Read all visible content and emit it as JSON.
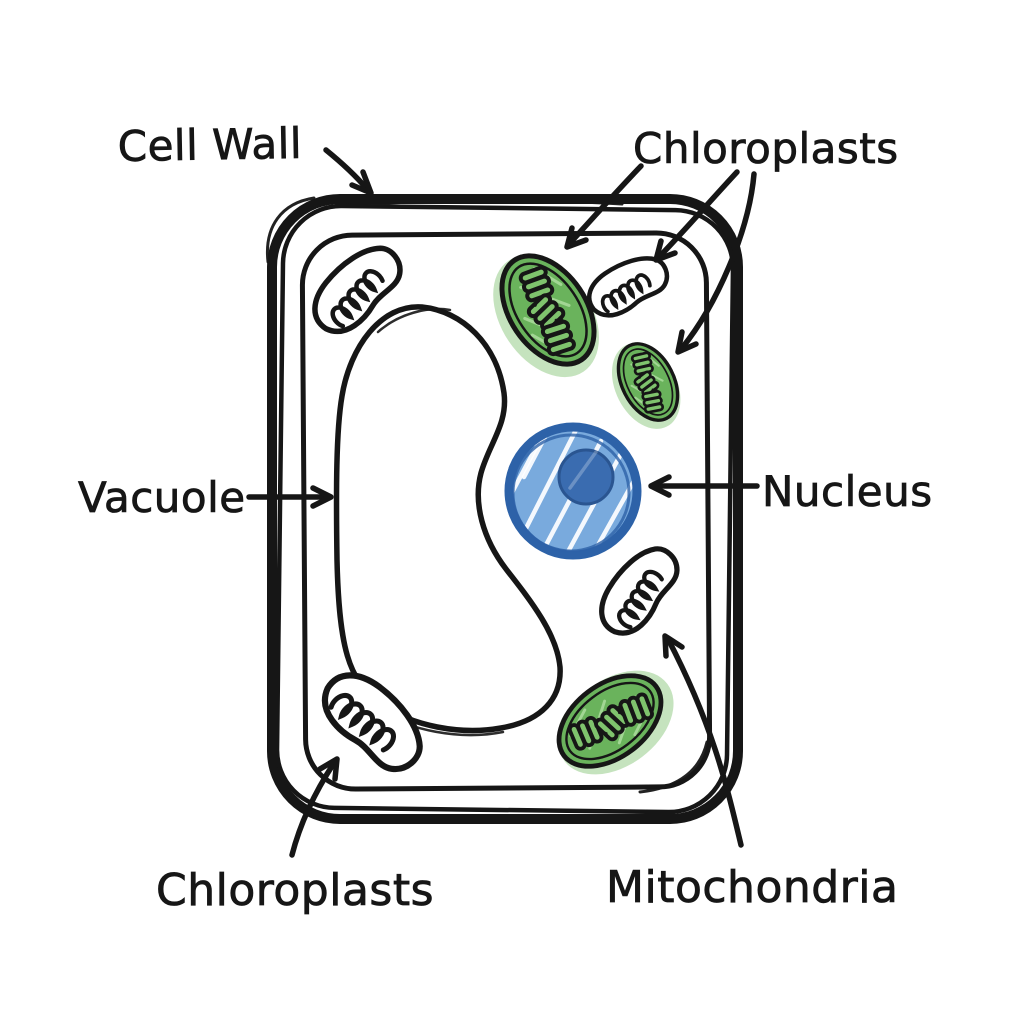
{
  "figure": {
    "type": "hand-drawn plant cell diagram",
    "organelles_shown": [
      "cell wall",
      "plasma membrane",
      "central vacuole",
      "nucleus with nucleolus",
      "3 chloroplasts",
      "4 mitochondria"
    ]
  },
  "labels": {
    "cell_wall": "Cell Wall",
    "chloroplasts_top": "Chloroplasts",
    "vacuole": "Vacuole",
    "nucleus": "Nucleus",
    "chloroplasts_bottom": "Chloroplasts",
    "mitochondria": "Mitochondria"
  },
  "colors": {
    "ink": "#161616",
    "background": "#ffffff",
    "chloroplast_green": "#6ab35c",
    "chloroplast_green_light": "#7fc36d",
    "chloroplast_halo": "#8cc87d",
    "chloroplast_streak": "#a9d99a",
    "nucleus_fill": "#79aadd",
    "nucleus_ring": "#2d62a8",
    "nucleolus_fill": "#3a6cb0",
    "nucleolus_edge": "#2a5591"
  }
}
